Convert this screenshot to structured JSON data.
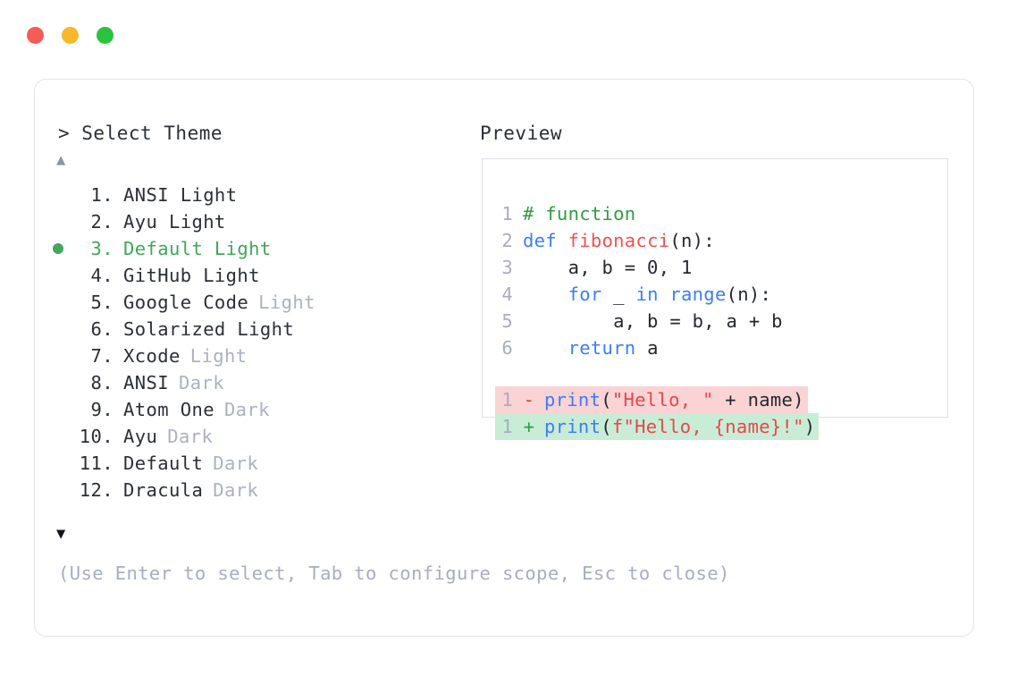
{
  "window": {
    "dots": [
      {
        "name": "close-dot",
        "color": "#f75b57"
      },
      {
        "name": "minimize-dot",
        "color": "#f7b82b"
      },
      {
        "name": "maximize-dot",
        "color": "#29c33e"
      }
    ]
  },
  "panel": {
    "prompt_header": "> Select Theme",
    "preview_header": "Preview",
    "scroll_up_icon": "▲",
    "scroll_down_icon": "▼",
    "footer_hint": "(Use Enter to select, Tab to configure scope, Esc to close)"
  },
  "themes": {
    "selected_index": 3,
    "bullet_icon": "●",
    "items": [
      {
        "num": "1.",
        "name": "ANSI Light",
        "tag": "",
        "selected": false
      },
      {
        "num": "2.",
        "name": "Ayu Light",
        "tag": "",
        "selected": false
      },
      {
        "num": "3.",
        "name": "Default Light",
        "tag": "",
        "selected": true
      },
      {
        "num": "4.",
        "name": "GitHub Light",
        "tag": "",
        "selected": false
      },
      {
        "num": "5.",
        "name": "Google Code",
        "tag": "Light",
        "selected": false
      },
      {
        "num": "6.",
        "name": "Solarized Light",
        "tag": "",
        "selected": false
      },
      {
        "num": "7.",
        "name": "Xcode",
        "tag": "Light",
        "selected": false
      },
      {
        "num": "8.",
        "name": "ANSI",
        "tag": "Dark",
        "selected": false
      },
      {
        "num": "9.",
        "name": "Atom One",
        "tag": "Dark",
        "selected": false
      },
      {
        "num": "10.",
        "name": "Ayu",
        "tag": "Dark",
        "selected": false
      },
      {
        "num": "11.",
        "name": "Default",
        "tag": "Dark",
        "selected": false
      },
      {
        "num": "12.",
        "name": "Dracula",
        "tag": "Dark",
        "selected": false
      }
    ]
  },
  "preview": {
    "code_lines": [
      {
        "ln": "1",
        "tokens": [
          {
            "t": "# function",
            "c": "com"
          }
        ]
      },
      {
        "ln": "2",
        "tokens": [
          {
            "t": "def ",
            "c": "kw"
          },
          {
            "t": "fibonacci",
            "c": "fn"
          },
          {
            "t": "(n):",
            "c": "pl"
          }
        ]
      },
      {
        "ln": "3",
        "tokens": [
          {
            "t": "    a, b = 0, 1",
            "c": "pl"
          }
        ]
      },
      {
        "ln": "4",
        "tokens": [
          {
            "t": "    ",
            "c": "pl"
          },
          {
            "t": "for",
            "c": "kw"
          },
          {
            "t": " _ ",
            "c": "pl"
          },
          {
            "t": "in range",
            "c": "kw"
          },
          {
            "t": "(n):",
            "c": "pl"
          }
        ]
      },
      {
        "ln": "5",
        "tokens": [
          {
            "t": "        a, b = b, a + b",
            "c": "pl"
          }
        ]
      },
      {
        "ln": "6",
        "tokens": [
          {
            "t": "    ",
            "c": "pl"
          },
          {
            "t": "return",
            "c": "kw"
          },
          {
            "t": " a",
            "c": "pl"
          }
        ]
      }
    ],
    "diff_lines": [
      {
        "ln": "1",
        "mark": "-",
        "kind": "del",
        "tokens": [
          {
            "t": "print",
            "c": "kw"
          },
          {
            "t": "(",
            "c": "pl"
          },
          {
            "t": "\"Hello, \"",
            "c": "str"
          },
          {
            "t": " + name)",
            "c": "pl"
          }
        ]
      },
      {
        "ln": "1",
        "mark": "+",
        "kind": "add",
        "tokens": [
          {
            "t": "print",
            "c": "kw"
          },
          {
            "t": "(",
            "c": "pl"
          },
          {
            "t": "f\"Hello, {name}!\"",
            "c": "str"
          },
          {
            "t": ")",
            "c": "pl"
          }
        ]
      }
    ]
  },
  "colors": {
    "accent_green": "#3fa85a",
    "muted": "#aab2c2",
    "diff_del_bg": "#fad3d4",
    "diff_add_bg": "#c9ecd6",
    "keyword": "#3b7dfb",
    "function": "#ef5350",
    "string": "#e8474b",
    "comment": "#2f9e44"
  }
}
